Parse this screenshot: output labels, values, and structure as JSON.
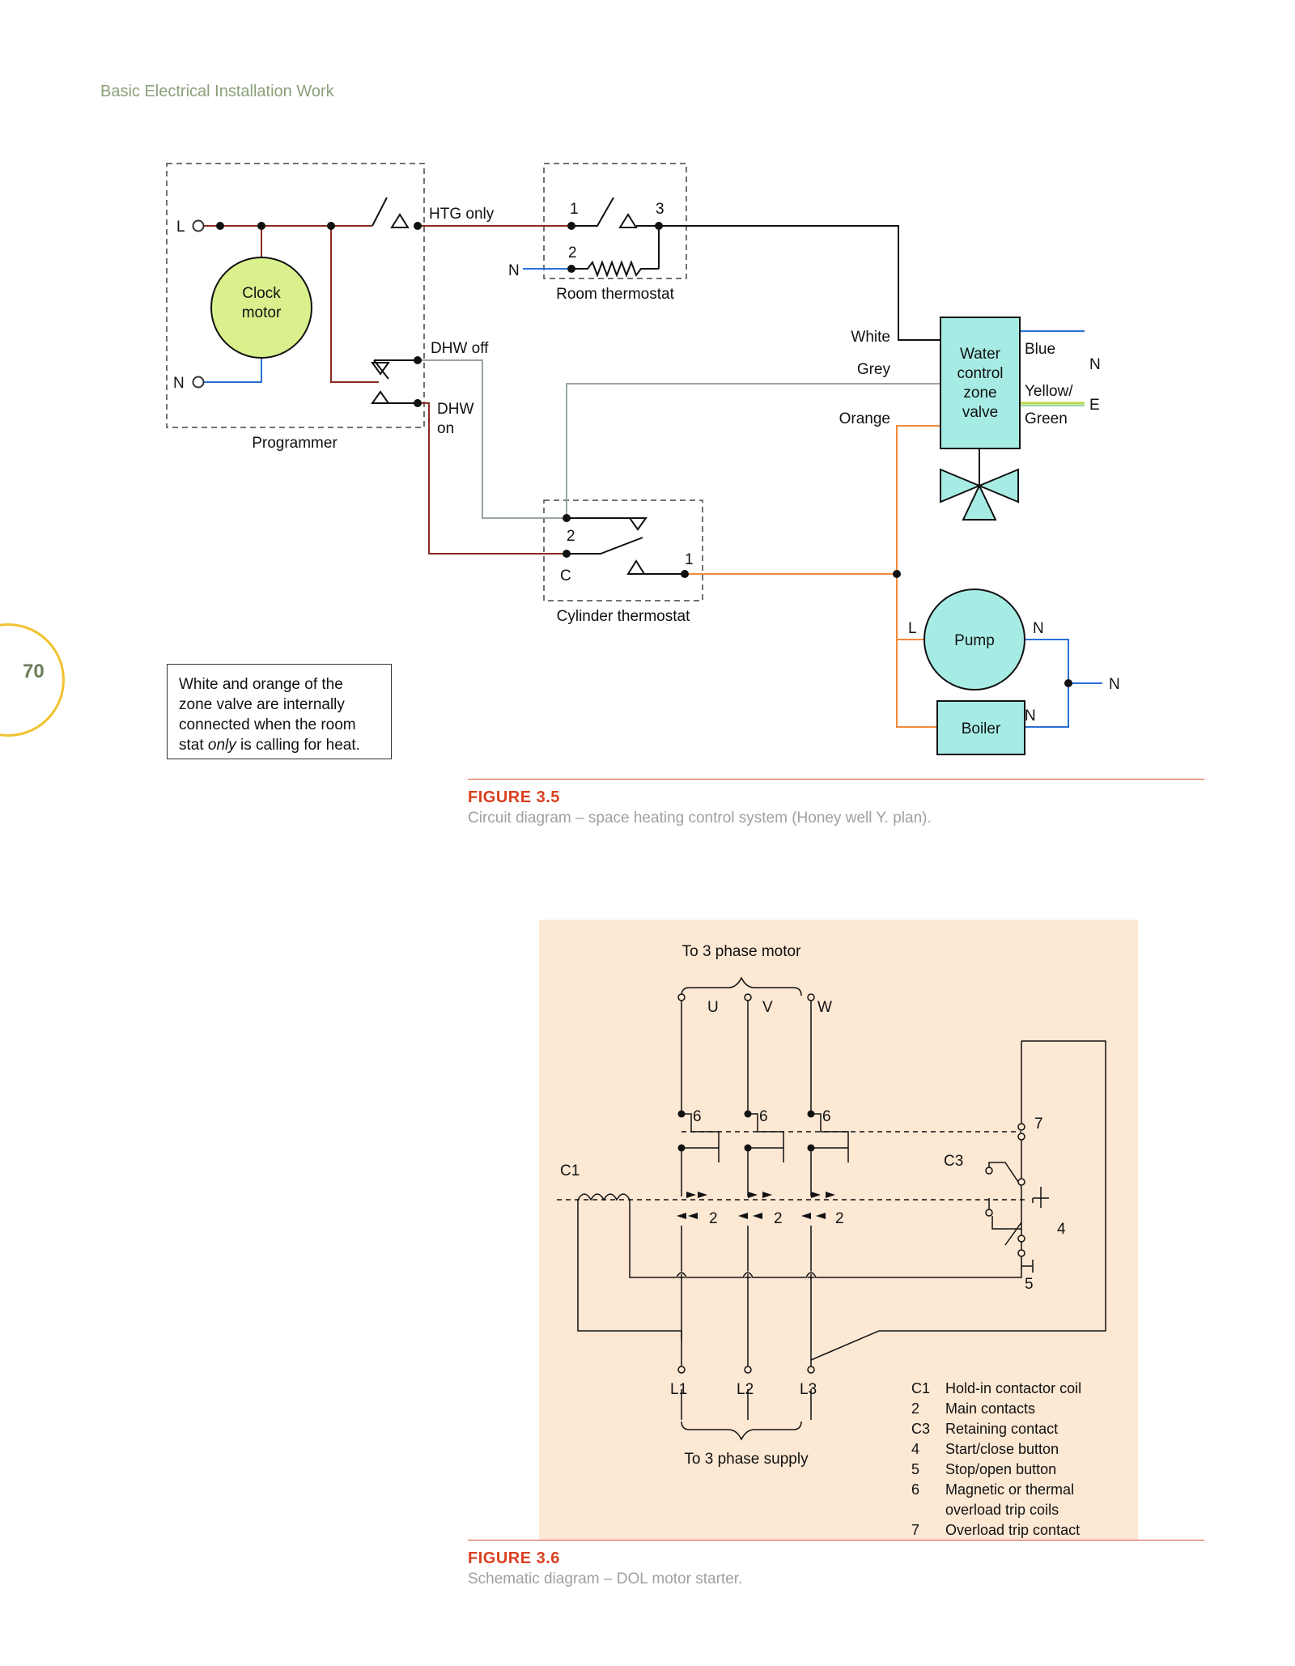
{
  "running_head": "Basic Electrical Installation Work",
  "page_number": "70",
  "figure1": {
    "label": "FIGURE 3.5",
    "caption": "Circuit diagram – space heating control system (Honey well Y. plan).",
    "programmer": "Programmer",
    "clock_motor": [
      "Clock",
      "motor"
    ],
    "L": "L",
    "N": "N",
    "htg_only": "HTG only",
    "dhw_off": "DHW off",
    "dhw_on": [
      "DHW",
      "on"
    ],
    "room_thermostat": "Room thermostat",
    "rt_1": "1",
    "rt_2": "2",
    "rt_3": "3",
    "cylinder_thermostat": "Cylinder thermostat",
    "ct_2": "2",
    "ct_c": "C",
    "ct_1": "1",
    "white": "White",
    "grey": "Grey",
    "orange": "Orange",
    "valve": [
      "Water",
      "control",
      "zone",
      "valve"
    ],
    "blue": "Blue",
    "yellow_green": [
      "Yellow/",
      "Green"
    ],
    "E": "E",
    "pump": "Pump",
    "boiler": "Boiler",
    "note_pre": "White and orange of the zone valve are internally connected when the room stat ",
    "note_em": "only",
    "note_post": " is calling for heat.",
    "colors": {
      "brown": "#8b2a1e",
      "blue": "#2a6fd6",
      "grey": "#9aa4a4",
      "orange": "#f28a3a",
      "yellow_green": "#b8d84a",
      "clock": "#d9f08c",
      "cyan": "#a6ece4"
    }
  },
  "figure2": {
    "label": "FIGURE 3.6",
    "caption": "Schematic diagram – DOL motor starter.",
    "to_motor": "To 3 phase motor",
    "to_supply": "To 3 phase supply",
    "U": "U",
    "V": "V",
    "W": "W",
    "L1": "L1",
    "L2": "L2",
    "L3": "L3",
    "C1": "C1",
    "C3": "C3",
    "n2": "2",
    "n4": "4",
    "n5": "5",
    "n6": "6",
    "n7": "7",
    "legend": [
      {
        "key": "C1",
        "text": "Hold-in contactor coil"
      },
      {
        "key": "2",
        "text": "Main contacts"
      },
      {
        "key": "C3",
        "text": "Retaining contact"
      },
      {
        "key": "4",
        "text": "Start/close button"
      },
      {
        "key": "5",
        "text": "Stop/open button"
      },
      {
        "key": "6",
        "text": "Magnetic or thermal"
      },
      {
        "key": "",
        "text": "overload trip coils"
      },
      {
        "key": "7",
        "text": "Overload trip contact"
      }
    ],
    "panel_color": "#fde8d4"
  }
}
